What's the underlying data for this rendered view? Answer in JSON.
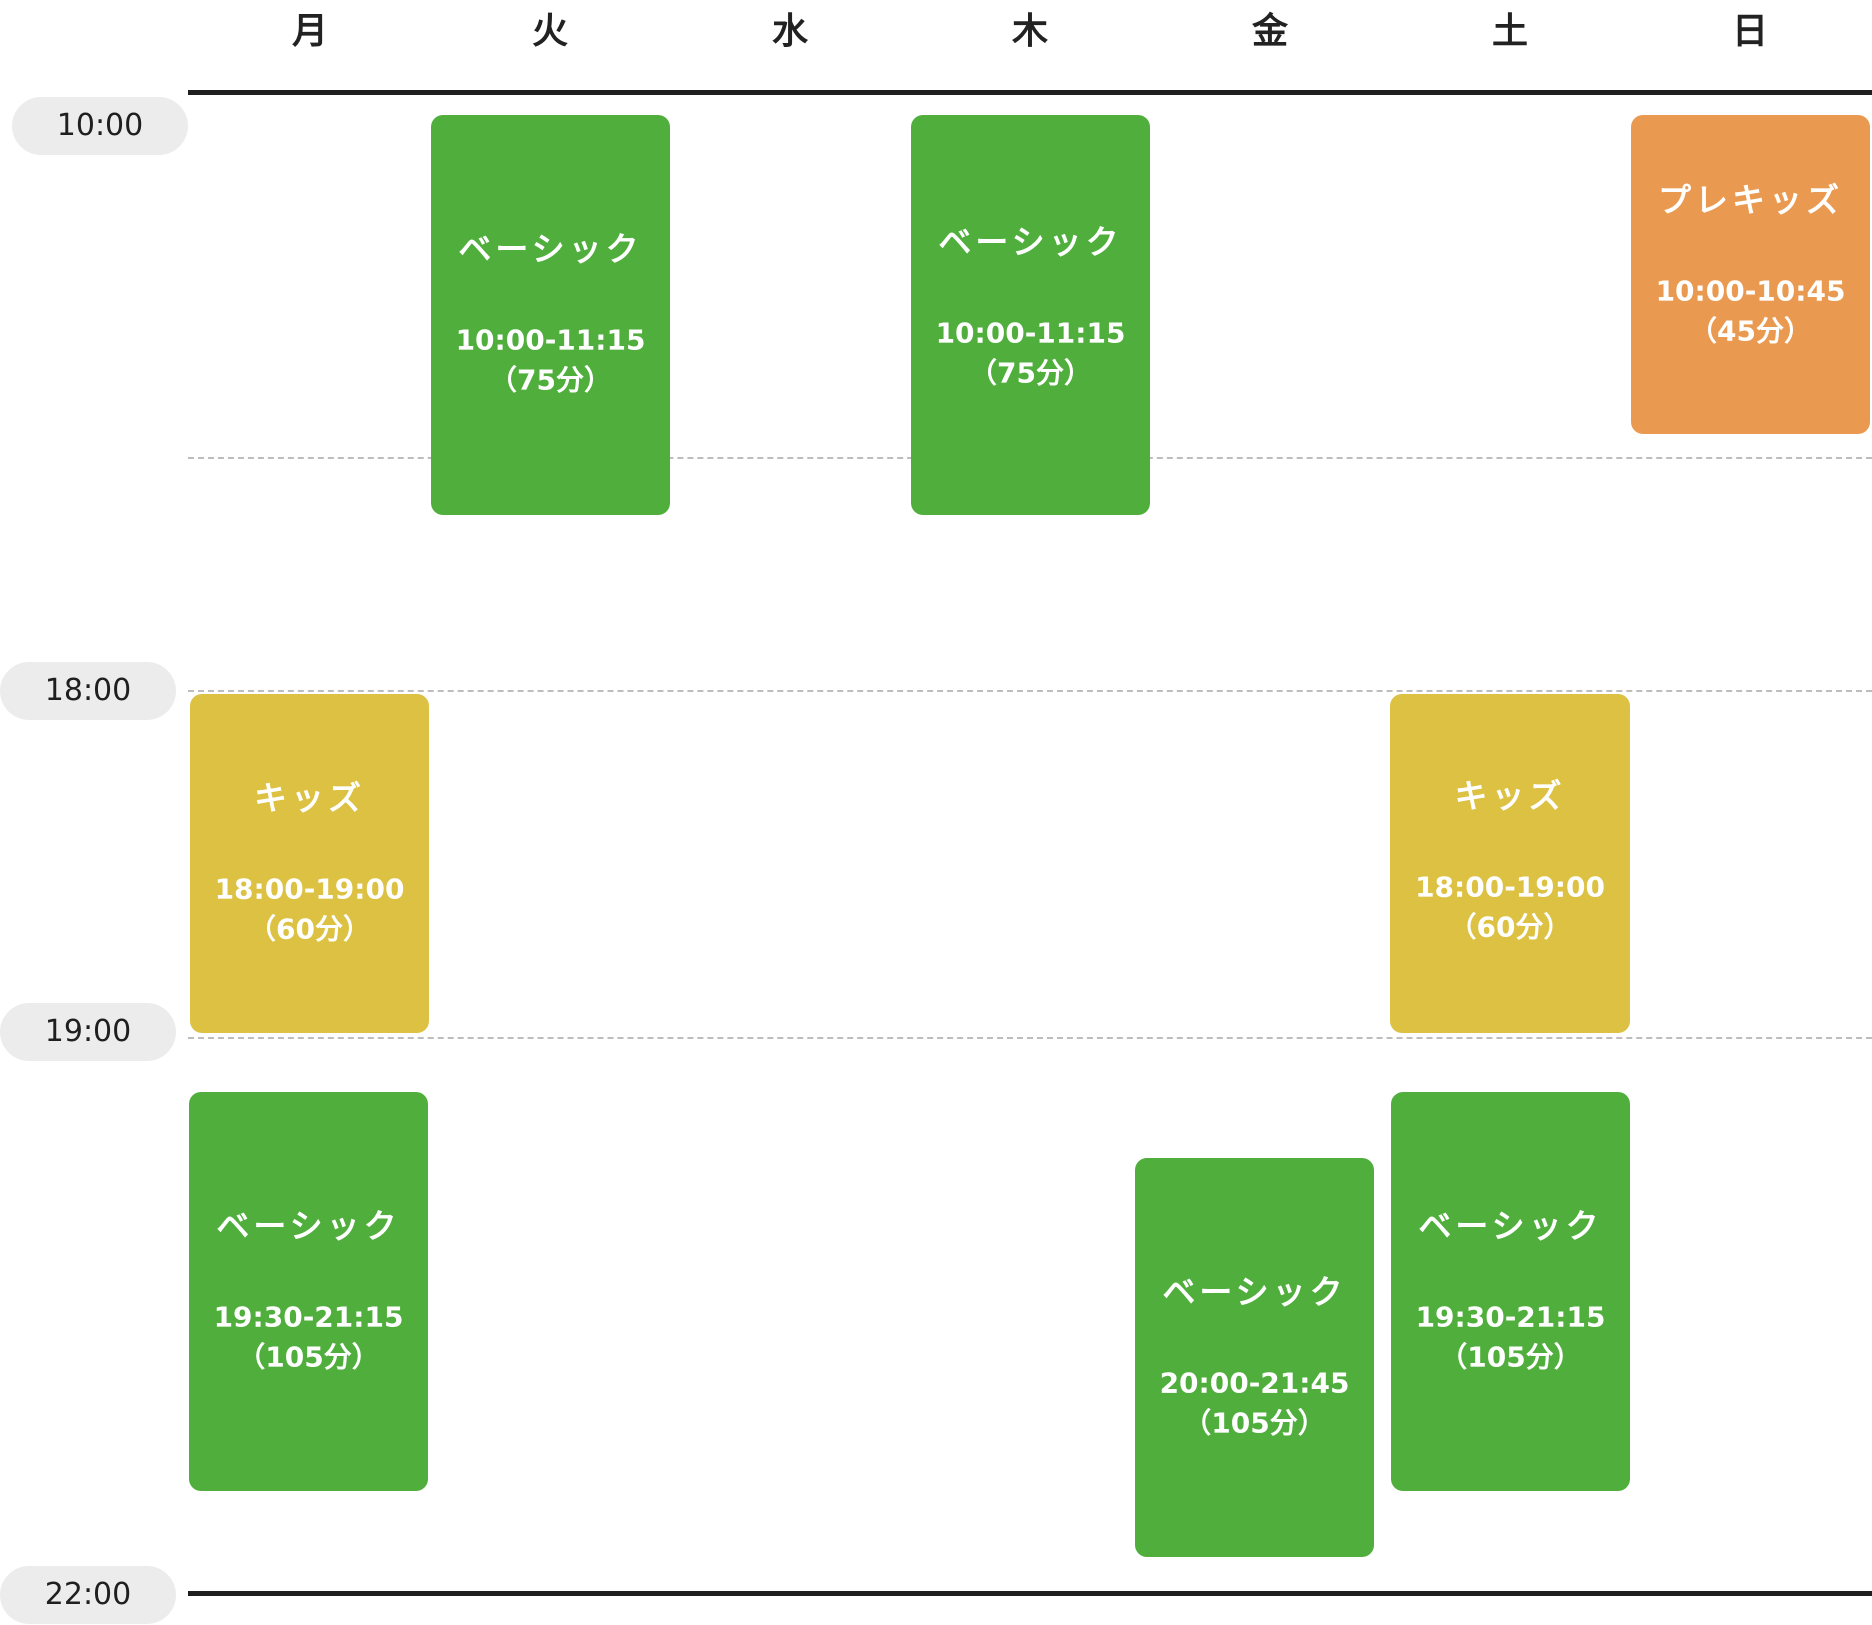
{
  "days": [
    "月",
    "火",
    "水",
    "木",
    "金",
    "土",
    "日"
  ],
  "times": [
    "10:00",
    "18:00",
    "19:00",
    "22:00"
  ],
  "colors": {
    "basic": "#4fae3c",
    "kids": "#dcc142",
    "prekids": "#ea9a50"
  },
  "classes": [
    {
      "day": "火",
      "name": "ベーシック",
      "range": "10:00-11:15",
      "duration": "（75分）",
      "color": "#4fae3c"
    },
    {
      "day": "木",
      "name": "ベーシック",
      "range": "10:00-11:15",
      "duration": "（75分）",
      "color": "#4fae3c"
    },
    {
      "day": "日",
      "name": "プレキッズ",
      "range": "10:00-10:45",
      "duration": "（45分）",
      "color": "#ea9a50"
    },
    {
      "day": "月",
      "name": "キッズ",
      "range": "18:00-19:00",
      "duration": "（60分）",
      "color": "#dcc142"
    },
    {
      "day": "土",
      "name": "キッズ",
      "range": "18:00-19:00",
      "duration": "（60分）",
      "color": "#dcc142"
    },
    {
      "day": "月",
      "name": "ベーシック",
      "range": "19:30-21:15",
      "duration": "（105分）",
      "color": "#4fae3c"
    },
    {
      "day": "金",
      "name": "ベーシック",
      "range": "20:00-21:45",
      "duration": "（105分）",
      "color": "#4fae3c"
    },
    {
      "day": "土",
      "name": "ベーシック",
      "range": "19:30-21:15",
      "duration": "（105分）",
      "color": "#4fae3c"
    }
  ]
}
